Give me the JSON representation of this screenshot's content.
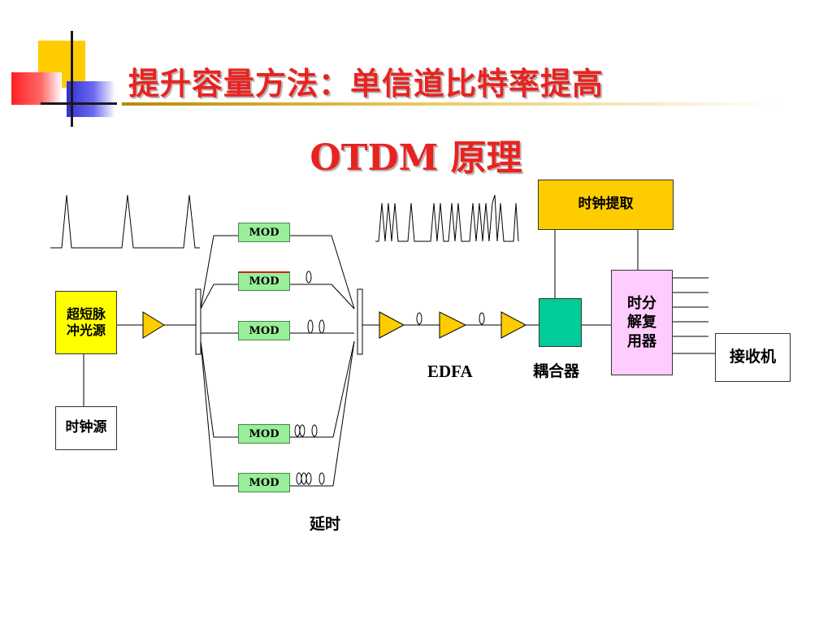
{
  "slide": {
    "title": "提升容量方法：单信道比特率提高",
    "subtitle": "OTDM 原理"
  },
  "diagram": {
    "pulse_source": "超短脉\n冲光源",
    "clock_source": "时钟源",
    "clock_extraction": "时钟提取",
    "demux": "时分\n解复\n用器",
    "receiver": "接收机",
    "coupler_label": "耦合器",
    "amplifier_label": "EDFA",
    "delay_label": "延时",
    "modulator_label": "MOD",
    "modulators": [
      "MOD",
      "MOD",
      "MOD",
      "MOD",
      "MOD"
    ]
  },
  "colors": {
    "title": "#e8231f",
    "pulse_source_fill": "#ffff00",
    "clock_extraction_fill": "#ffcc00",
    "amplifier_fill": "#ffcc00",
    "modulator_fill": "#99ee99",
    "coupler_fill": "#00cc99",
    "demux_fill": "#ffccff"
  }
}
